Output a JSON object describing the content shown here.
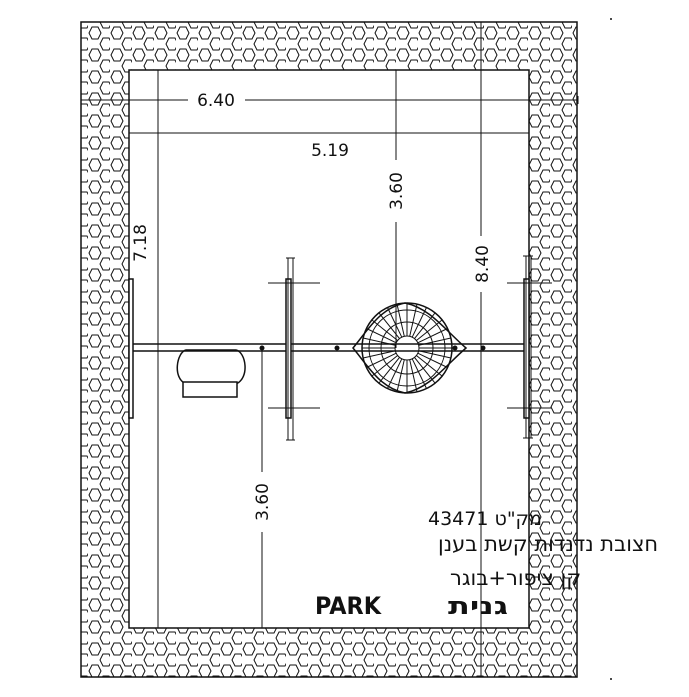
{
  "dimensions": {
    "outer_width": "6.40",
    "inner_width": "5.19",
    "left_height": "7.18",
    "top_offset": "3.60",
    "right_height": "8.40",
    "bottom_offset": "3.60"
  },
  "title_block": {
    "catalog_line": "מק\"ט 43471",
    "product_name": "חצובת נדנדות קשת בענן",
    "seats_line": "קן ציפור+בוגר"
  },
  "logo": {
    "latin": "PARK",
    "hebrew": "גנית"
  }
}
